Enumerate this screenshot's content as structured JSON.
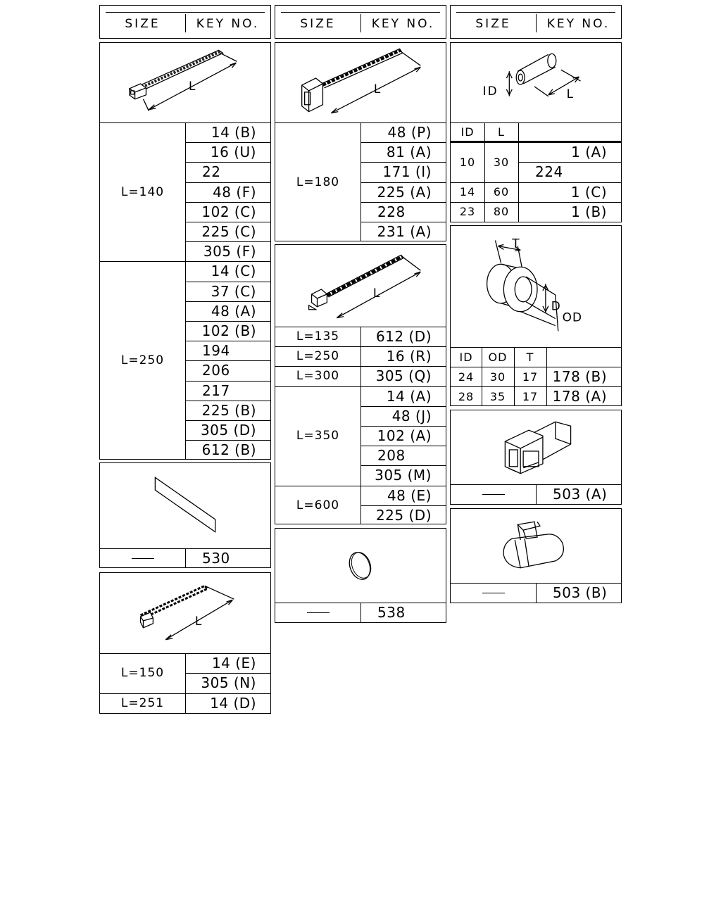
{
  "headers": [
    {
      "size": "SIZE",
      "key": "KEY NO."
    },
    {
      "size": "SIZE",
      "key": "KEY NO."
    },
    {
      "size": "SIZE",
      "key": "KEY NO."
    }
  ],
  "tie_a": {
    "dim_label": "L",
    "groups": [
      {
        "size": "L=140",
        "keys": [
          "14 (B)",
          "16 (U)",
          "22",
          "48 (F)",
          "102 (C)",
          "225 (C)",
          "305 (F)"
        ]
      },
      {
        "size": "L=250",
        "keys": [
          "14 (C)",
          "37 (C)",
          "48 (A)",
          "102 (B)",
          "194",
          "206",
          "217",
          "225 (B)",
          "305 (D)",
          "612 (B)"
        ]
      }
    ]
  },
  "tape": {
    "size": "—",
    "key": "530"
  },
  "tie_d": {
    "dim_label": "L",
    "groups": [
      {
        "size": "L=150",
        "keys": [
          "14 (E)",
          "305 (N)"
        ]
      },
      {
        "size": "L=251",
        "keys": [
          "14 (D)"
        ]
      }
    ]
  },
  "tie_b": {
    "dim_label": "L",
    "groups": [
      {
        "size": "L=180",
        "keys": [
          "48 (P)",
          "81 (A)",
          "171 (I)",
          "225 (A)",
          "228",
          "231 (A)"
        ]
      }
    ]
  },
  "tie_c": {
    "dim_label": "L",
    "groups": [
      {
        "size": "L=135",
        "keys": [
          "612 (D)"
        ]
      },
      {
        "size": "L=250",
        "keys": [
          "16 (R)"
        ]
      },
      {
        "size": "L=300",
        "keys": [
          "305 (Q)"
        ]
      },
      {
        "size": "L=350",
        "keys": [
          "14 (A)",
          "48 (J)",
          "102 (A)",
          "208",
          "305 (M)"
        ]
      },
      {
        "size": "L=600",
        "keys": [
          "48 (E)",
          "225 (D)"
        ]
      }
    ]
  },
  "disc": {
    "size": "—",
    "key": "538"
  },
  "tube": {
    "id_label": "ID",
    "l_label": "L",
    "col_id": "ID",
    "col_l": "L",
    "rows": [
      {
        "id": "10",
        "l": "30",
        "keys": [
          "1 (A)",
          "224"
        ]
      },
      {
        "id": "14",
        "l": "60",
        "keys": [
          "1 (C)"
        ]
      },
      {
        "id": "23",
        "l": "80",
        "keys": [
          "1 (B)"
        ]
      }
    ]
  },
  "grommet": {
    "t_label": "T",
    "d_label": "D",
    "od_label": "OD",
    "col_id": "ID",
    "col_od": "OD",
    "col_t": "T",
    "rows": [
      {
        "id": "24",
        "od": "30",
        "t": "17",
        "key": "178 (B)"
      },
      {
        "id": "28",
        "od": "35",
        "t": "17",
        "key": "178 (A)"
      }
    ]
  },
  "connector_a": {
    "size": "—",
    "key": "503 (A)"
  },
  "connector_b": {
    "size": "—",
    "key": "503 (B)"
  }
}
